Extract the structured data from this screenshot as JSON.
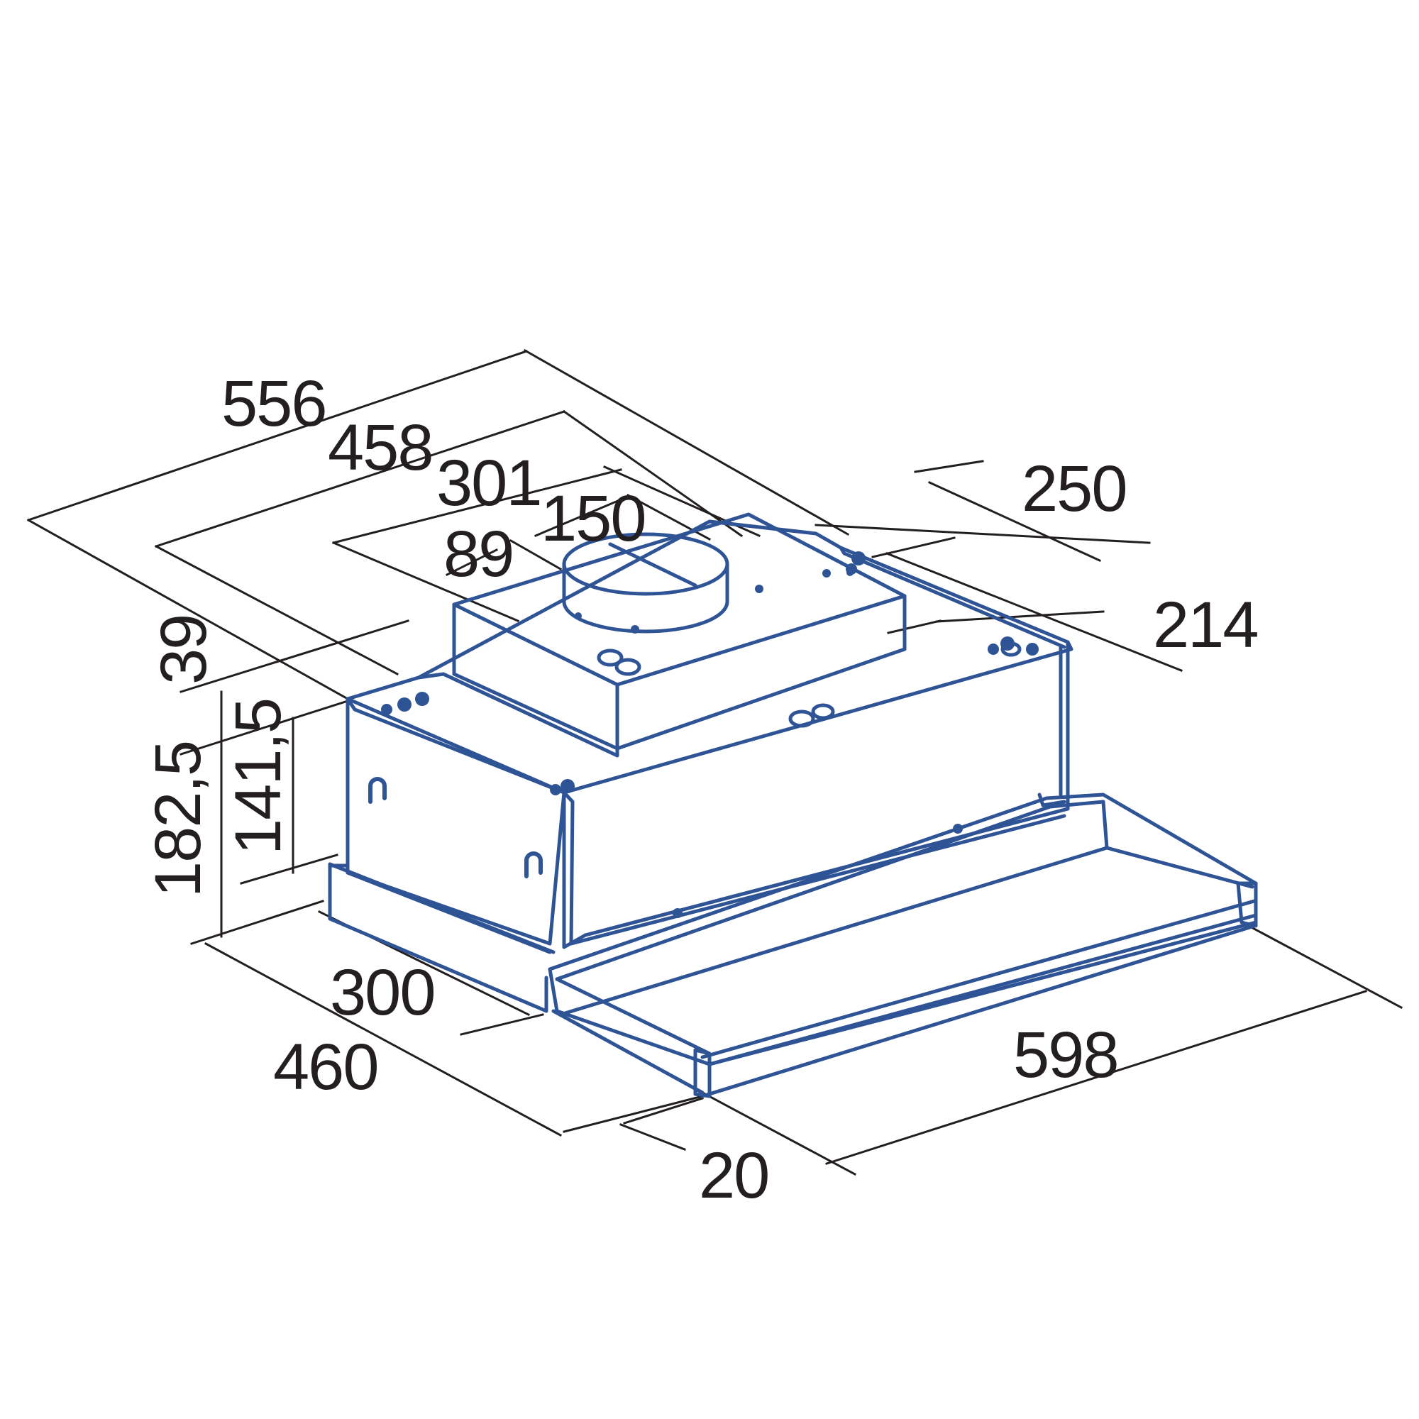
{
  "colors": {
    "outline": "#2f5496",
    "dimension": "#231f20",
    "background": "#ffffff"
  },
  "dimensions": {
    "depth_total": "556",
    "depth_body": "458",
    "depth_box": "301",
    "duct_diameter": "150",
    "duct_offset": "89",
    "width_box": "250",
    "width_mount": "214",
    "height_top": "39",
    "height_total": "182,5",
    "height_body": "141,5",
    "front_depth": "300",
    "depth_bottom": "460",
    "width_total": "598",
    "front_thickness": "20"
  }
}
